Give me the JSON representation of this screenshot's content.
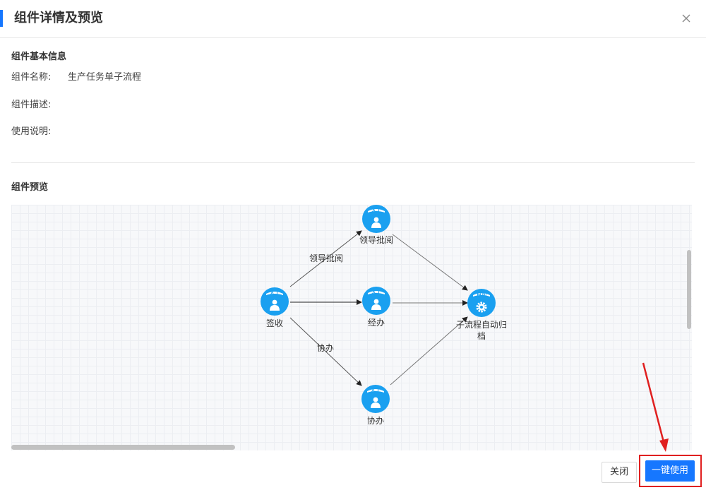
{
  "dialog": {
    "title": "组件详情及预览",
    "close_icon": "close-icon"
  },
  "basic_info": {
    "section_title": "组件基本信息",
    "name_label": "组件名称:",
    "name_value": "生产任务单子流程",
    "desc_label": "组件描述:",
    "desc_value": "",
    "usage_label": "使用说明:",
    "usage_value": ""
  },
  "preview": {
    "section_title": "组件预览",
    "nodes": [
      {
        "id": "sign",
        "type_badge": "人工",
        "label": "签收",
        "kind": "user-icon"
      },
      {
        "id": "approve",
        "type_badge": "人工",
        "label": "领导批阅",
        "kind": "user-icon"
      },
      {
        "id": "handle",
        "type_badge": "人工",
        "label": "经办",
        "kind": "user-icon"
      },
      {
        "id": "assist",
        "type_badge": "人工",
        "label": "协办",
        "kind": "user-icon"
      },
      {
        "id": "archive",
        "type_badge": "自动",
        "label_line1": "子流程自动归",
        "label_line2": "档",
        "kind": "gear-icon"
      }
    ],
    "edge_labels": {
      "to_approve": "领导批阅",
      "to_assist": "协办"
    }
  },
  "footer": {
    "close_label": "关闭",
    "use_label": "一键使用"
  },
  "colors": {
    "accent": "#1677ff",
    "node_blue": "#1aa0f0",
    "annotation_red": "#e02020"
  }
}
